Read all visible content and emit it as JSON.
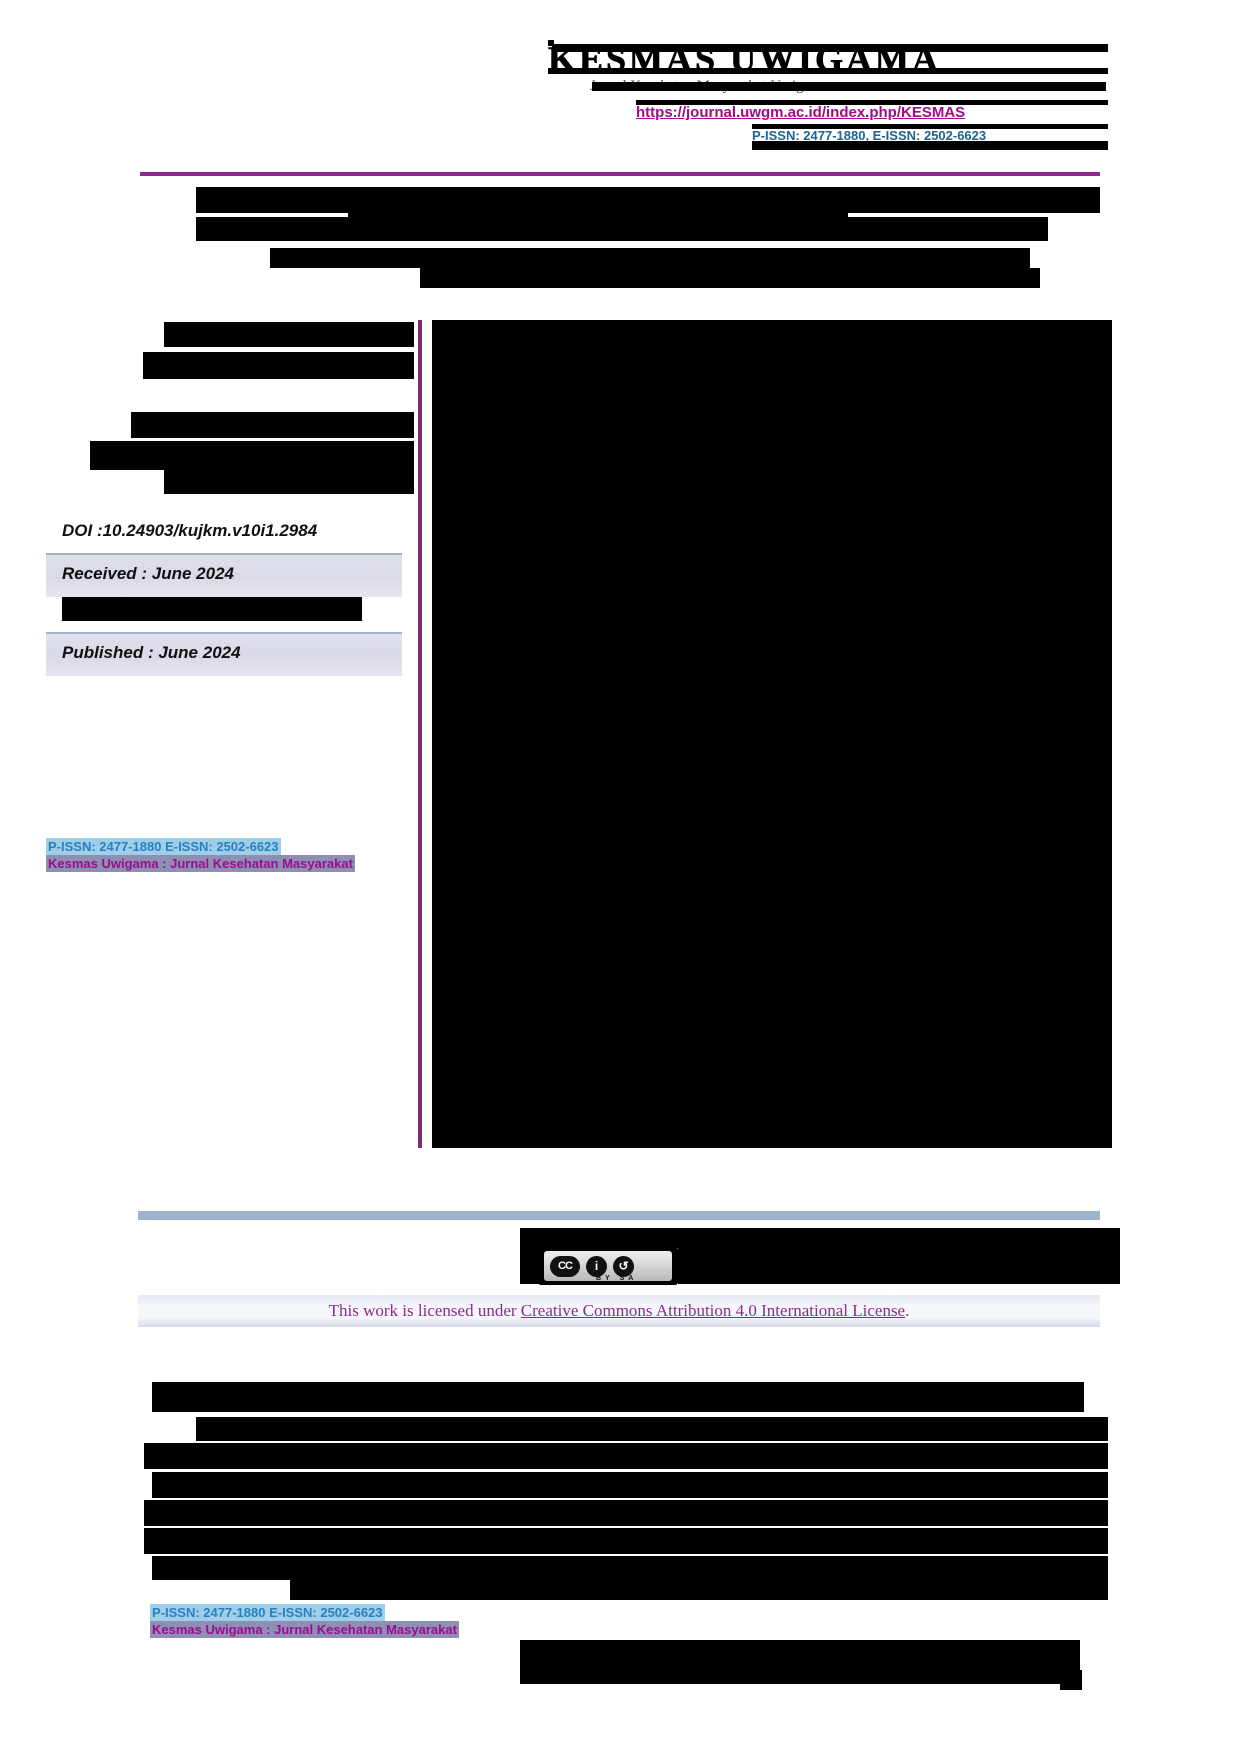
{
  "masthead": {
    "journal_title": "KESMAS UWIGAMA",
    "subtitle": "Jurnal Kesehatan Masyarakat Uwigama",
    "url": "https://journal.uwgm.ac.id/index.php/KESMAS",
    "issn": "P-ISSN: 2477-1880, E-ISSN: 2502-6623"
  },
  "metadata": {
    "doi": "DOI :10.24903/kujkm.v10i1.2984",
    "received_label": "Received : June 2024",
    "published_label": "Published : June 2024"
  },
  "running_footer": {
    "issn_line": "P-ISSN: 2477-1880  E-ISSN: 2502-6623",
    "journal_line": "Kesmas Uwigama : Jurnal Kesehatan Masyarakat"
  },
  "license": {
    "badge_cc": "CC",
    "badge_by": "BY",
    "badge_sa": "SA",
    "badge_person_glyph": "i",
    "badge_share_glyph": "↺",
    "prefix": "This work is licensed under ",
    "link": "Creative Commons Attribution 4.0 International License",
    "suffix": "."
  },
  "colors": {
    "rule_purple": "#8e2a8e",
    "rule_bluegray": "#9fb4cc",
    "divider_purple": "#7d2b7d",
    "link_magenta": "#9e0b8f",
    "issn_blue": "#1f6392",
    "redaction": "#000000",
    "meta_row_bg": "#dfe0ea"
  }
}
